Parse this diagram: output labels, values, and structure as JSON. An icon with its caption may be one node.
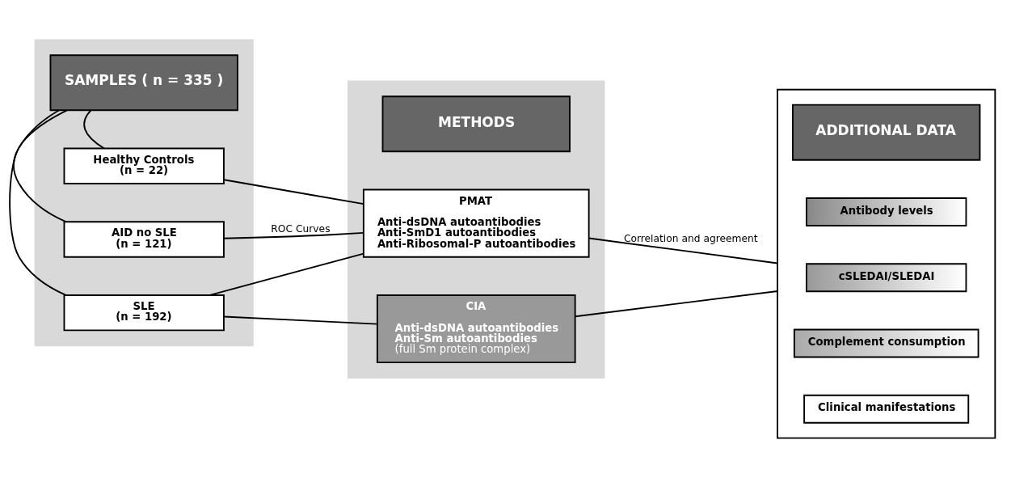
{
  "diagram": {
    "nodes": [
      {
        "text": [],
        "shape": "box"
      },
      {
        "text": [
          "SAMPLES ( n = 335 )"
        ],
        "in": 0
      },
      {
        "text": [
          "Healthy Controls",
          "(n = 22)"
        ],
        "in": 0
      },
      {
        "text": [
          "AID no SLE",
          "(n = 121)"
        ],
        "in": 0
      },
      {
        "text": [
          "SLE",
          "(n = 192)"
        ],
        "in": 0
      },
      {
        "text": [],
        "shape": "box"
      },
      {
        "text": [
          "METHODS"
        ],
        "in": 5
      },
      {
        "text": [
          "PMAT",
          "Anti-dsDNA autoantibodies",
          "Anti-SmD1 autoantibodies",
          "Anti-Ribosomal-P autoantibodies"
        ],
        "in": 5
      },
      {
        "text": [
          "CIA",
          "Anti-dsDNA autoantibodies",
          "Anti-Sm autoantibodies",
          "(full Sm protein complex)"
        ],
        "in": 5
      },
      {
        "text": [],
        "shape": "box"
      },
      {
        "text": [
          "ADDITIONAL DATA"
        ],
        "in": 9
      },
      {
        "text": [
          "Antibody levels"
        ],
        "in": 9
      },
      {
        "text": [
          "cSLEDAI/SLEDAI"
        ],
        "in": 9
      },
      {
        "text": [
          "Complement consumption"
        ],
        "in": 9
      },
      {
        "text": [
          "Clinical manifestations"
        ],
        "in": 9
      }
    ],
    "edges": [
      {
        "from": 1,
        "to": 2,
        "arrow": "none"
      },
      {
        "from": 1,
        "to": 3,
        "arrow": "none"
      },
      {
        "from": 1,
        "to": 4,
        "arrow": "none"
      },
      {
        "from": 2,
        "to": 7,
        "arrow": "none"
      },
      {
        "from": 3,
        "to": 7,
        "arrow": "none",
        "label": "ROC Curves"
      },
      {
        "from": 4,
        "to": 7,
        "arrow": "none"
      },
      {
        "from": 4,
        "to": 8,
        "arrow": "none"
      },
      {
        "from": 7,
        "to": 9,
        "arrow": "none",
        "label": "Correlation and agreement"
      },
      {
        "from": 8,
        "to": 9,
        "arrow": "none"
      }
    ]
  }
}
